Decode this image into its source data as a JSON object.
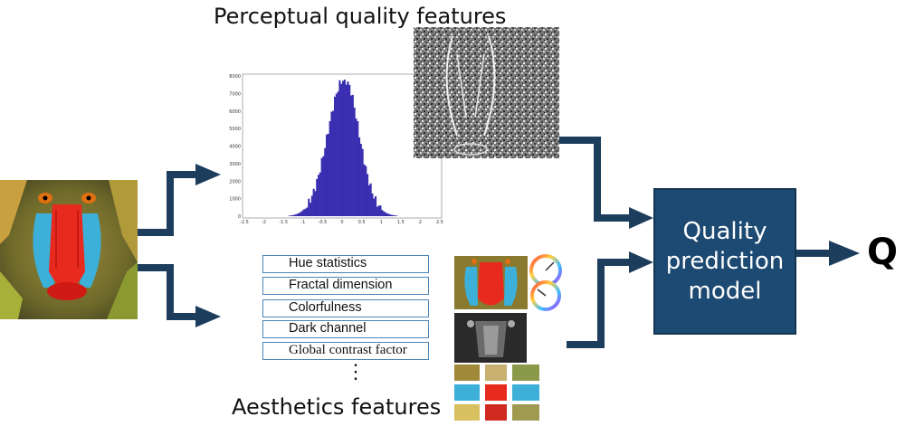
{
  "titles": {
    "perceptual": "Perceptual quality features",
    "aesthetics": "Aesthetics features"
  },
  "features": [
    "Hue  statistics",
    "Fractal dimension",
    "Colorfulness",
    "Dark channel",
    "Global contrast factor"
  ],
  "ellipsis": "⋮",
  "model": {
    "line1": "Quality",
    "line2": "prediction",
    "line3": "model"
  },
  "output": "Q",
  "histogram": {
    "x_ticks": [
      "-2.5",
      "-2",
      "-1.5",
      "-1",
      "-0.5",
      "0",
      "0.5",
      "1",
      "1.5",
      "2",
      "2.5"
    ],
    "y_ticks": [
      "0",
      "1000",
      "2000",
      "3000",
      "4000",
      "5000",
      "6000",
      "7000",
      "8000"
    ]
  },
  "colors": {
    "arrow": "#1d3d5c",
    "model_fill": "#1d4a72",
    "histogram_fill": "#3a2fb0",
    "box_border": "#4a86b8"
  }
}
